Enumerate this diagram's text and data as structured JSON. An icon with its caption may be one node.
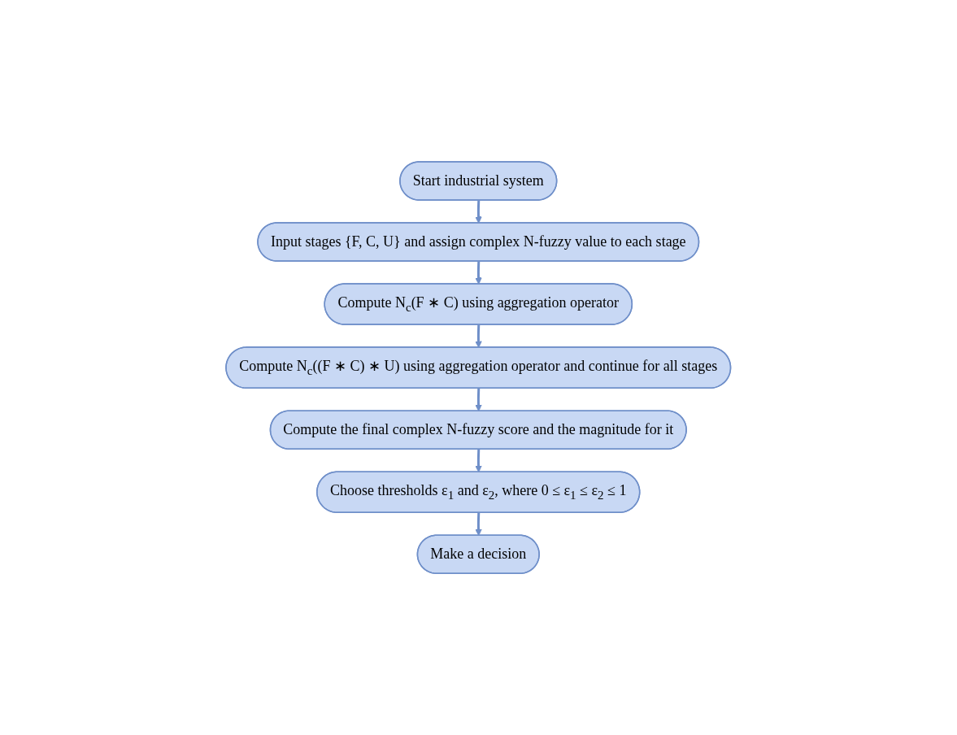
{
  "diagram": {
    "nodes": [
      {
        "text": [
          "Start industrial system"
        ]
      },
      {
        "text": [
          "Input stages {F, C, U} and assign complex N-fuzzy value to each stage"
        ]
      },
      {
        "text": [
          "Compute N$_{c}$(F ∗ C) using aggregation operator"
        ]
      },
      {
        "text": [
          "Compute N$_{c}$((F ∗ C) ∗ U) using aggregation operator and continue for all stages"
        ]
      },
      {
        "text": [
          "Compute the final complex N-fuzzy score and the magnitude for it"
        ]
      },
      {
        "text": [
          "Choose thresholds ε$_{1}$ and ε$_{2}$, where 0 ≤ ε$_{1}$ ≤ ε$_{2}$ ≤ 1"
        ]
      },
      {
        "text": [
          "Make a decision"
        ]
      }
    ],
    "edges": [
      {
        "from": 0,
        "to": 1,
        "arrow": "to"
      },
      {
        "from": 1,
        "to": 2,
        "arrow": "to"
      },
      {
        "from": 2,
        "to": 3,
        "arrow": "to"
      },
      {
        "from": 3,
        "to": 4,
        "arrow": "to"
      },
      {
        "from": 4,
        "to": 5,
        "arrow": "to"
      },
      {
        "from": 5,
        "to": 6,
        "arrow": "to"
      }
    ]
  }
}
